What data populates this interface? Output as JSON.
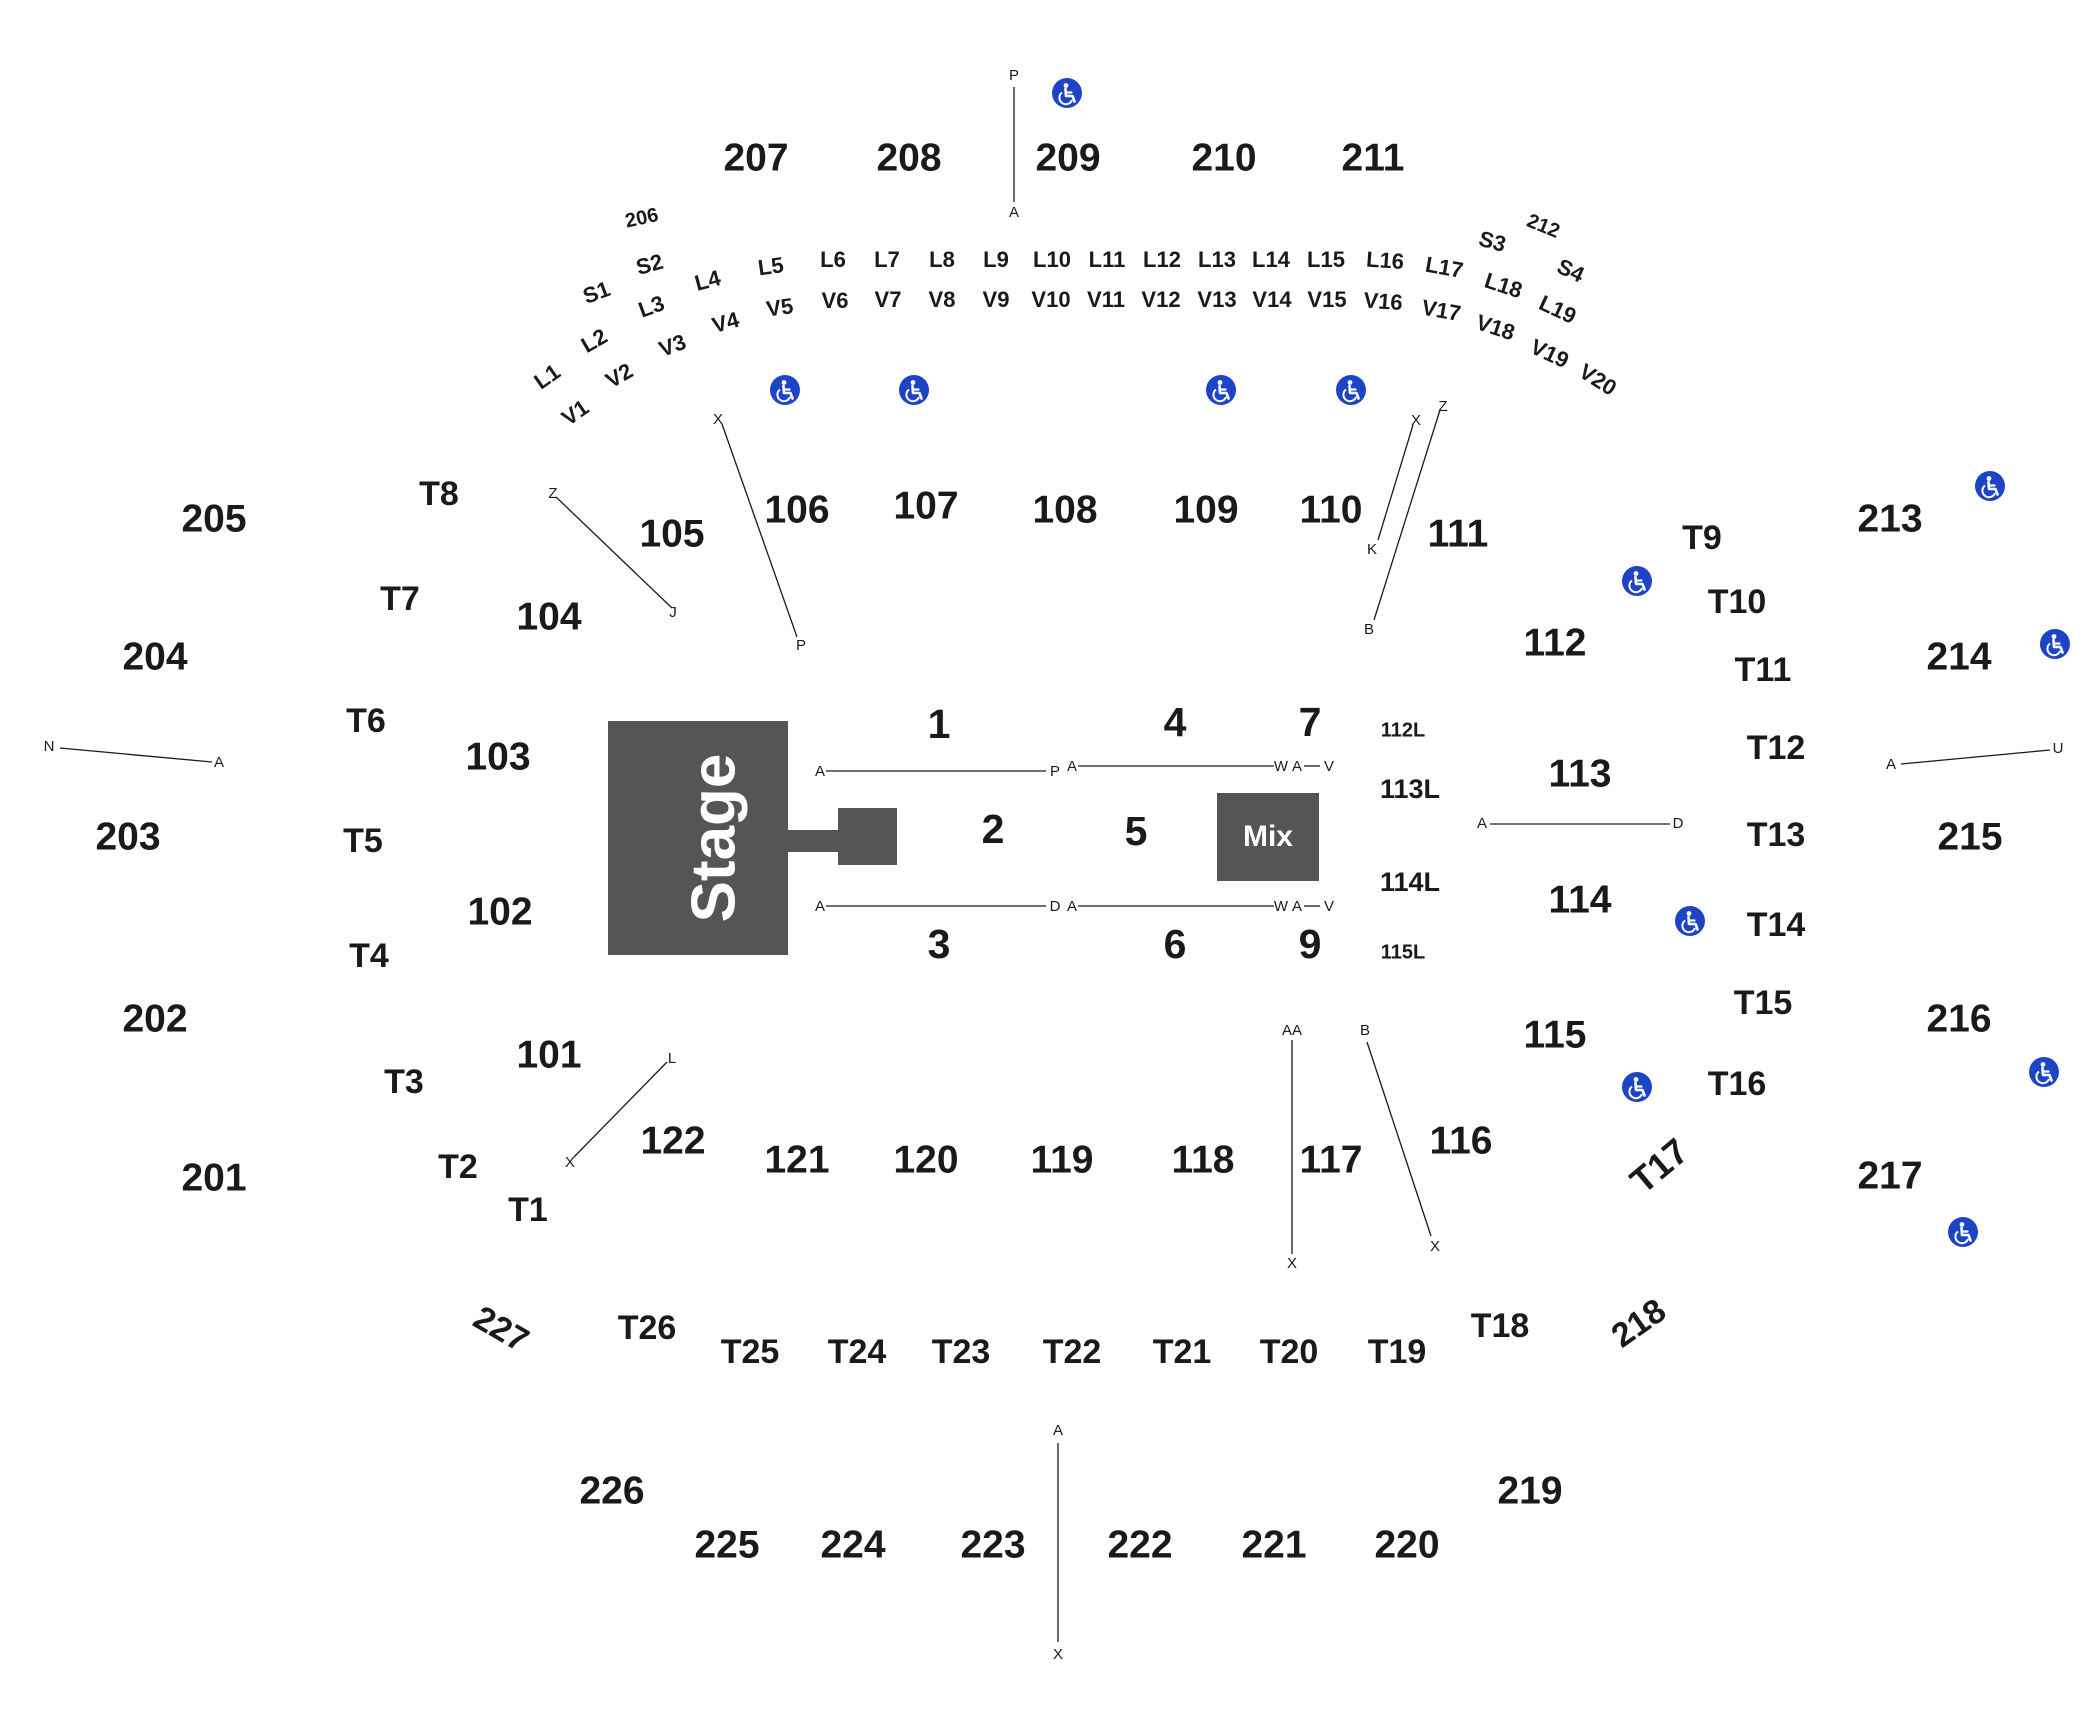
{
  "stage": {
    "label": "Stage"
  },
  "mix": {
    "label": "Mix"
  },
  "colors": {
    "stage_fill": "#555555",
    "accessible_marker": "#1e44c6",
    "text": "#1a1a1a"
  },
  "accessibility_icon": "wheelchair-icon",
  "upper_sections": [
    "201",
    "202",
    "203",
    "204",
    "205",
    "206",
    "207",
    "208",
    "209",
    "210",
    "211",
    "212",
    "213",
    "214",
    "215",
    "216",
    "217",
    "218",
    "219",
    "220",
    "221",
    "222",
    "223",
    "224",
    "225",
    "226",
    "227"
  ],
  "lower_sections": [
    "101",
    "102",
    "103",
    "104",
    "105",
    "106",
    "107",
    "108",
    "109",
    "110",
    "111",
    "112",
    "113",
    "114",
    "115",
    "116",
    "117",
    "118",
    "119",
    "120",
    "121",
    "122"
  ],
  "floor_pits": [
    "1",
    "2",
    "3",
    "4",
    "5",
    "6",
    "7",
    "9"
  ],
  "floor_side_labels": [
    "112L",
    "113L",
    "114L",
    "115L"
  ],
  "tier_sections": [
    "T1",
    "T2",
    "T3",
    "T4",
    "T5",
    "T6",
    "T7",
    "T8",
    "T9",
    "T10",
    "T11",
    "T12",
    "T13",
    "T14",
    "T15",
    "T16",
    "T17",
    "T18",
    "T19",
    "T20",
    "T21",
    "T22",
    "T23",
    "T24",
    "T25",
    "T26"
  ],
  "boxes_L": [
    "L1",
    "L2",
    "L3",
    "L4",
    "L5",
    "L6",
    "L7",
    "L8",
    "L9",
    "L10",
    "L11",
    "L12",
    "L13",
    "L14",
    "L15",
    "L16",
    "L17",
    "L18",
    "L19"
  ],
  "boxes_V": [
    "V1",
    "V2",
    "V3",
    "V4",
    "V5",
    "V6",
    "V7",
    "V8",
    "V9",
    "V10",
    "V11",
    "V12",
    "V13",
    "V14",
    "V15",
    "V16",
    "V17",
    "V18",
    "V19",
    "V20"
  ],
  "boxes_S": [
    "S1",
    "S2",
    "S3",
    "S4"
  ],
  "row_labels": [
    "P",
    "A",
    "X",
    "P",
    "Z",
    "J",
    "X",
    "K",
    "Z",
    "B",
    "N",
    "A",
    "A",
    "P",
    "A",
    "W",
    "A",
    "V",
    "A",
    "D",
    "A",
    "W",
    "A",
    "V",
    "A",
    "D",
    "A",
    "U",
    "L",
    "X",
    "AA",
    "X",
    "B",
    "X",
    "A",
    "X"
  ]
}
